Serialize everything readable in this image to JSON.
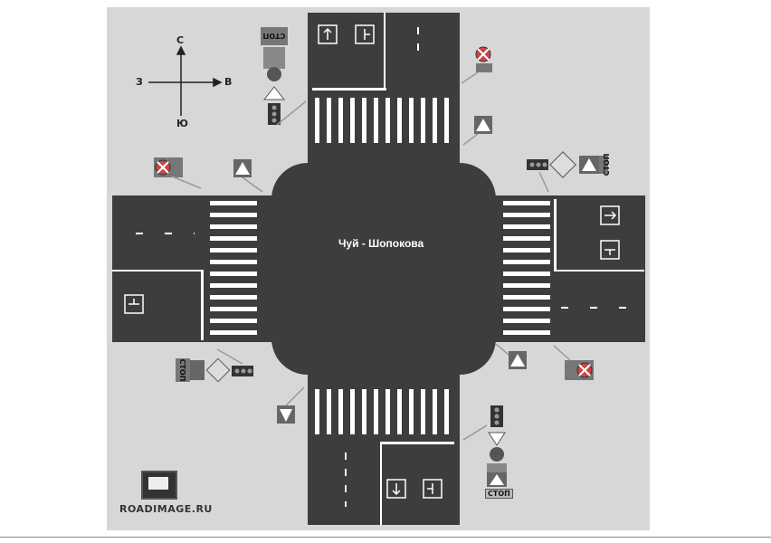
{
  "intersection": {
    "name": "Чуй - Шопокова"
  },
  "compass": {
    "north": "С",
    "east": "В",
    "south": "Ю",
    "west": "З"
  },
  "signs": {
    "stop_text": "СТОП"
  },
  "logo": {
    "text": "ROADIMAGE.RU"
  },
  "colors": {
    "asphalt": "#3d3d3d",
    "background": "#d7d7d7",
    "marking": "#ffffff"
  }
}
